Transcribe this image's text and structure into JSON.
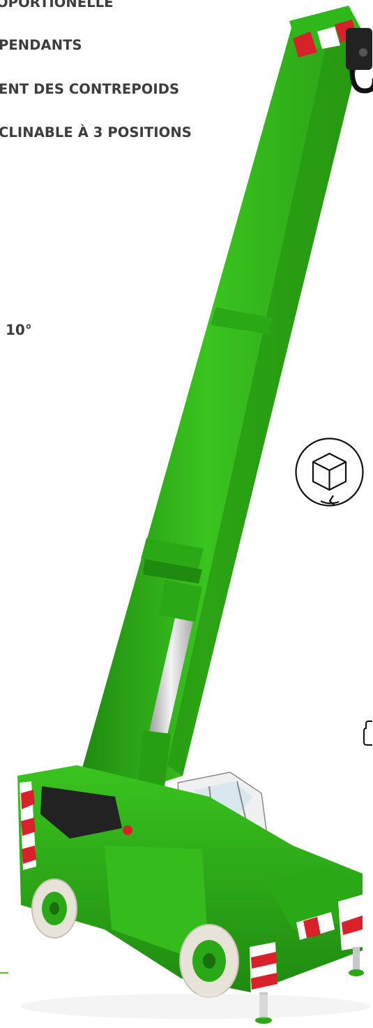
{
  "features": {
    "items": [
      "OPORTIONELLE",
      "PENDANTS",
      "ENT DES CONTREPOIDS",
      "CLINABLE À 3 POSITIONS"
    ]
  },
  "angle_label": "10°",
  "icons": {
    "view360": "360-cube-rotate-icon",
    "side_tab": "partial-icon"
  },
  "colors": {
    "crane_green": "#33b81a",
    "crane_dark_green": "#1f8a10",
    "text": "#3c3c3c",
    "accent_line": "#5fbf2b",
    "warning_red": "#d8212b"
  }
}
